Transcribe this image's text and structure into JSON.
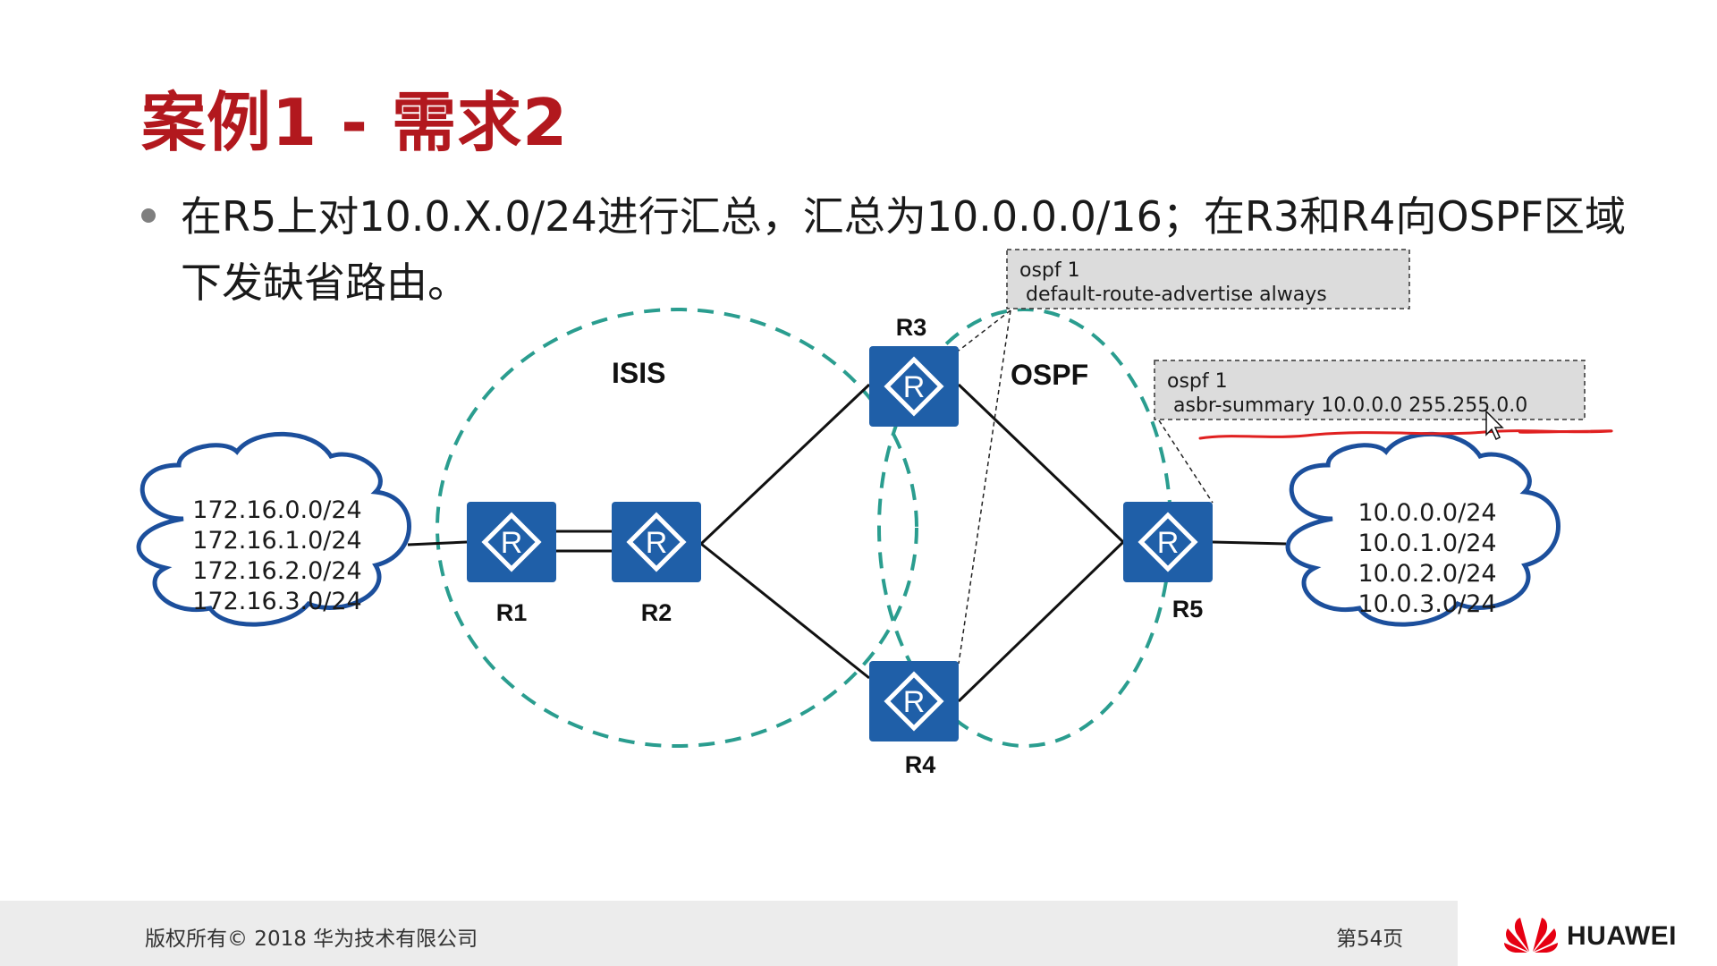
{
  "slide": {
    "title": "案例1 - 需求2",
    "bullet": "在R5上对10.0.X.0/24进行汇总，汇总为10.0.0.0/16；在R3和R4向OSPF区域下发缺省路由。"
  },
  "diagram": {
    "domains": {
      "isis": "ISIS",
      "ospf": "OSPF"
    },
    "routers": {
      "r1": "R1",
      "r2": "R2",
      "r3": "R3",
      "r4": "R4",
      "r5": "R5"
    },
    "router_glyph": "R",
    "left_cloud": [
      "172.16.0.0/24",
      "172.16.1.0/24",
      "172.16.2.0/24",
      "172.16.3.0/24"
    ],
    "right_cloud": [
      "10.0.0.0/24",
      "10.0.1.0/24",
      "10.0.2.0/24",
      "10.0.3.0/24"
    ],
    "callout_r3": [
      "ospf 1",
      " default-route-advertise always"
    ],
    "callout_r5": [
      "ospf 1",
      " asbr-summary 10.0.0.0 255.255.0.0"
    ]
  },
  "colors": {
    "title_red": "#b2181e",
    "router_blue": "#1f5fa8",
    "cloud_stroke": "#1c4f9c",
    "domain_teal": "#2a9d8f",
    "annotation_red": "#e02020"
  },
  "footer": {
    "copyright": "版权所有© 2018 华为技术有限公司",
    "page": "第54页",
    "brand": "HUAWEI"
  }
}
